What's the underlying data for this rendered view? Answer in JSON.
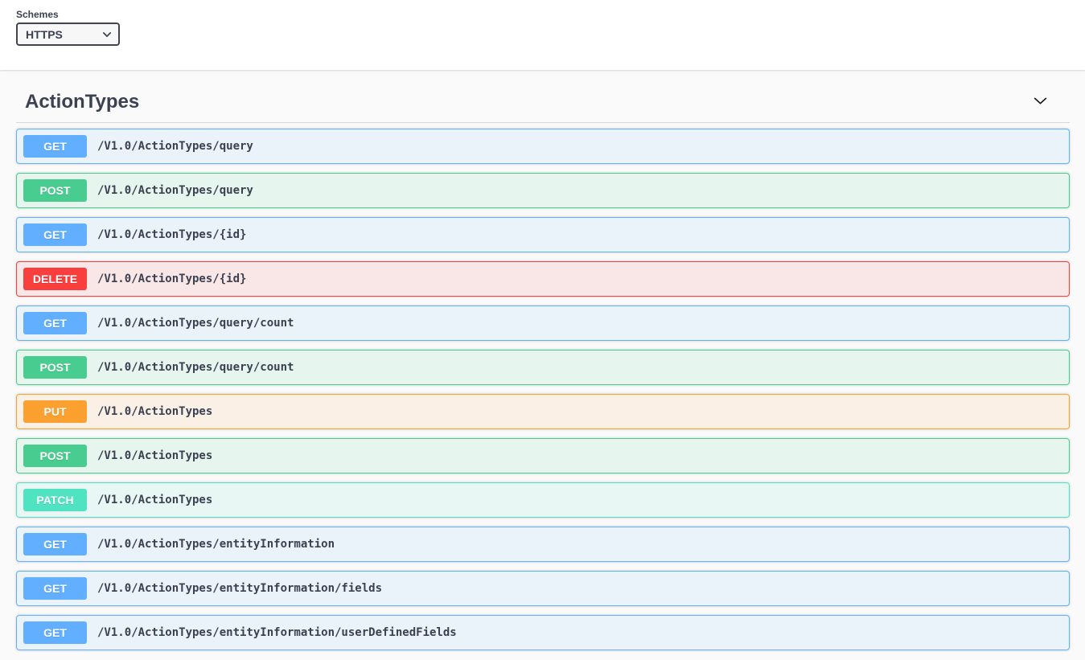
{
  "schemes": {
    "label": "Schemes",
    "selected": "HTTPS",
    "caret_icon": "chevron-down-icon"
  },
  "section": {
    "title": "ActionTypes",
    "collapse_icon": "chevron-down-icon",
    "expanded": true
  },
  "colors": {
    "get": "#61affe",
    "post": "#49cc90",
    "delete": "#f93e3e",
    "put": "#fca130",
    "patch": "#50e3c2",
    "text": "#3b4151",
    "page_background": "#fafafa",
    "bar_background": "#ffffff"
  },
  "operations": [
    {
      "method": "GET",
      "path": "/V1.0/ActionTypes/query"
    },
    {
      "method": "POST",
      "path": "/V1.0/ActionTypes/query"
    },
    {
      "method": "GET",
      "path": "/V1.0/ActionTypes/{id}"
    },
    {
      "method": "DELETE",
      "path": "/V1.0/ActionTypes/{id}"
    },
    {
      "method": "GET",
      "path": "/V1.0/ActionTypes/query/count"
    },
    {
      "method": "POST",
      "path": "/V1.0/ActionTypes/query/count"
    },
    {
      "method": "PUT",
      "path": "/V1.0/ActionTypes"
    },
    {
      "method": "POST",
      "path": "/V1.0/ActionTypes"
    },
    {
      "method": "PATCH",
      "path": "/V1.0/ActionTypes"
    },
    {
      "method": "GET",
      "path": "/V1.0/ActionTypes/entityInformation"
    },
    {
      "method": "GET",
      "path": "/V1.0/ActionTypes/entityInformation/fields"
    },
    {
      "method": "GET",
      "path": "/V1.0/ActionTypes/entityInformation/userDefinedFields"
    }
  ]
}
